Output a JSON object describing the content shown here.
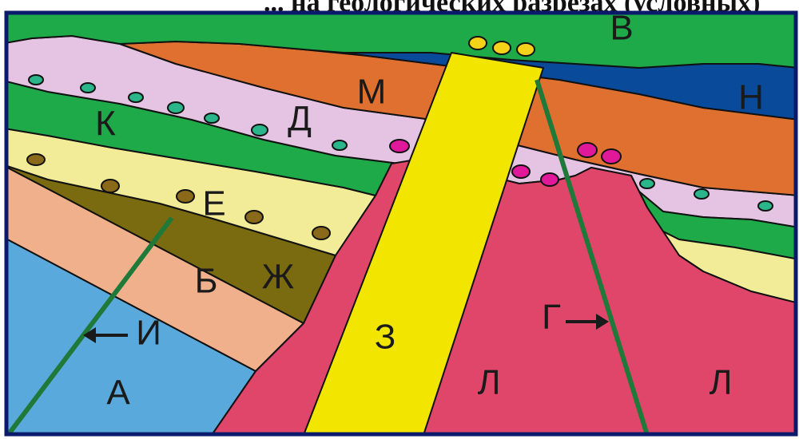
{
  "caption_fragment": "... на геологических разрезах (условных)",
  "labels": {
    "A": "А",
    "B": "Б",
    "V": "В",
    "G": "Г",
    "D": "Д",
    "E": "Е",
    "ZH": "Ж",
    "Z": "З",
    "I": "И",
    "K": "К",
    "L1": "Л",
    "L2": "Л",
    "M": "М",
    "N": "Н"
  },
  "colors": {
    "A": "#5aa9dc",
    "B": "#f0b08c",
    "E": "#f2eb98",
    "ZH": "#7a6b10",
    "K": "#1faa4a",
    "D": "#e4c4e2",
    "M": "#e07030",
    "V": "#1faa4a",
    "N": "#0a4a9a",
    "L": "#e0456a",
    "Z": "#f2e600",
    "fault": "#1f7a3a",
    "pebble_green": "#2bb58a",
    "pebble_brown": "#8a6a1a",
    "pebble_pink": "#e0189a",
    "pebble_yellow": "#f4d21a",
    "border": "#0a1a6a"
  },
  "icons": {
    "arrow_I": "left-arrow-icon",
    "arrow_G": "right-arrow-icon"
  }
}
